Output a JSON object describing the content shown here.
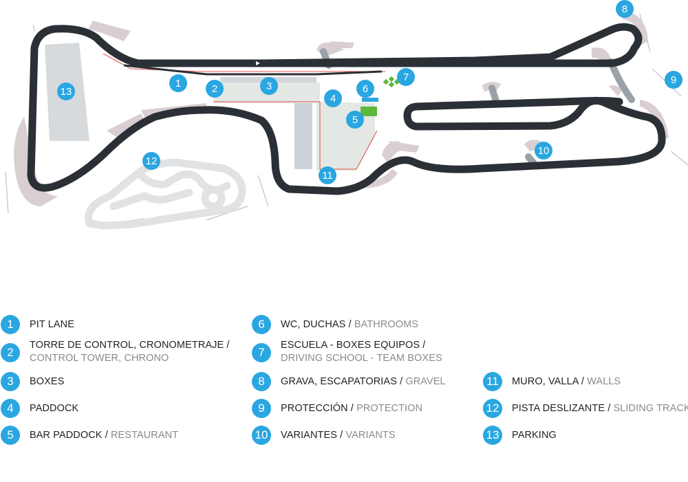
{
  "markers": [
    {
      "id": "1",
      "label": "1"
    },
    {
      "id": "2",
      "label": "2"
    },
    {
      "id": "3",
      "label": "3"
    },
    {
      "id": "4",
      "label": "4"
    },
    {
      "id": "5",
      "label": "5"
    },
    {
      "id": "6",
      "label": "6"
    },
    {
      "id": "7",
      "label": "7"
    },
    {
      "id": "8",
      "label": "8"
    },
    {
      "id": "9",
      "label": "9"
    },
    {
      "id": "10",
      "label": "10"
    },
    {
      "id": "11",
      "label": "11"
    },
    {
      "id": "12",
      "label": "12"
    },
    {
      "id": "13",
      "label": "13"
    }
  ],
  "legend": [
    {
      "num": "1",
      "es": "PIT LANE",
      "sep": "",
      "en": "",
      "en2": ""
    },
    {
      "num": "2",
      "es": "TORRE DE CONTROL, CRONOMETRAJE",
      "sep": " /",
      "en": "CONTROL TOWER, CHRONO",
      "en2": ""
    },
    {
      "num": "3",
      "es": "BOXES",
      "sep": "",
      "en": "",
      "en2": ""
    },
    {
      "num": "4",
      "es": "PADDOCK",
      "sep": "",
      "en": "",
      "en2": ""
    },
    {
      "num": "5",
      "es": "BAR PADDOCK",
      "sep": " / ",
      "en": "RESTAURANT",
      "en2": ""
    },
    {
      "num": "6",
      "es": "WC, DUCHAS",
      "sep": " / ",
      "en": "BATHROOMS",
      "en2": ""
    },
    {
      "num": "7",
      "es": "ESCUELA - BOXES EQUIPOS",
      "sep": " /",
      "en": "DRIVING SCHOOL - TEAM BOXES",
      "en2": ""
    },
    {
      "num": "8",
      "es": "GRAVA, ESCAPATORIAS",
      "sep": " / ",
      "en": "GRAVEL",
      "en2": ""
    },
    {
      "num": "9",
      "es": "PROTECCIÓN",
      "sep": " / ",
      "en": "PROTECTION",
      "en2": ""
    },
    {
      "num": "10",
      "es": "VARIANTES",
      "sep": " / ",
      "en": "VARIANTS",
      "en2": ""
    },
    {
      "num": "11",
      "es": "MURO, VALLA",
      "sep": " / ",
      "en": "WALLS",
      "en2": ""
    },
    {
      "num": "12",
      "es": "PISTA DESLIZANTE",
      "sep": " / ",
      "en": "SLIDING TRACK",
      "en2": ""
    },
    {
      "num": "13",
      "es": "PARKING",
      "sep": "",
      "en": "",
      "en2": ""
    }
  ],
  "colors": {
    "track": "#2b2f36",
    "marker": "#2aa6e1",
    "gravel": "#d9cfd3",
    "paddock": "#e3e8e4",
    "sliding_track": "#e1e2e3",
    "parking": "#d7dadd",
    "accent_green": "#5cb83c",
    "pit_line": "#e0504a"
  }
}
